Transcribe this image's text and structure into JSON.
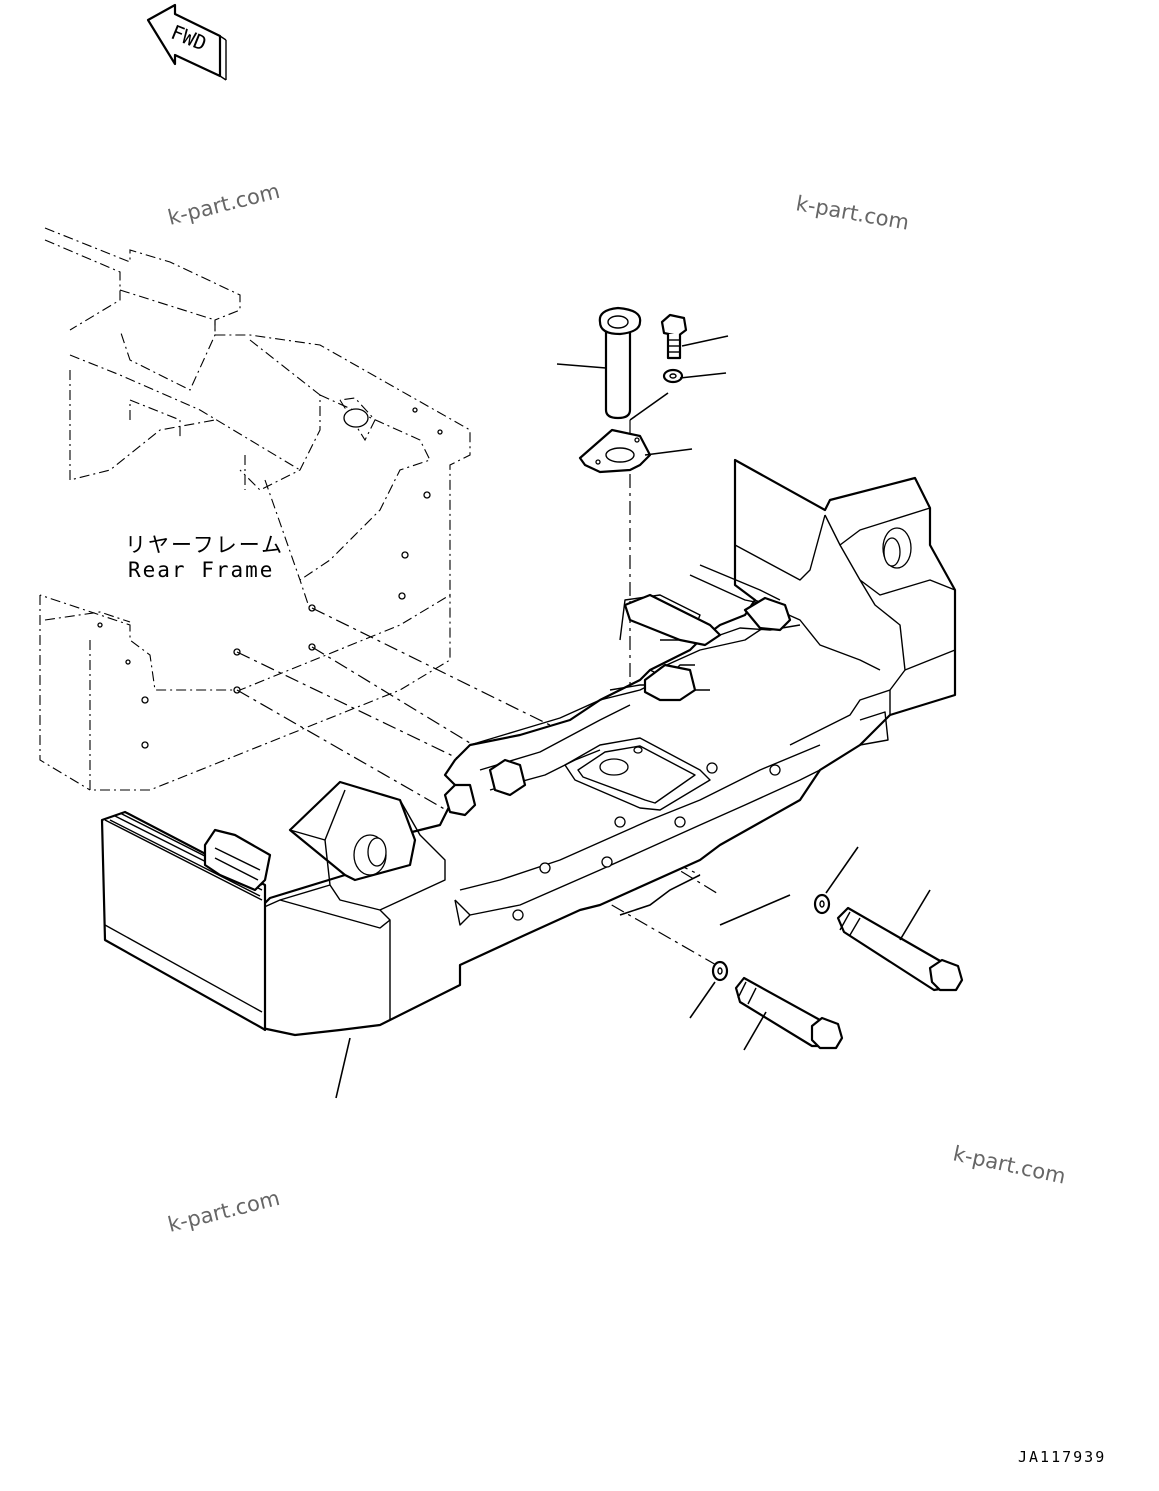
{
  "diagram": {
    "direction_marker": "FWD",
    "frame_label_jp": "リヤーフレーム",
    "frame_label_en": "Rear Frame",
    "drawing_code": "JA117939",
    "watermarks": [
      "k-part.com",
      "k-part.com",
      "k-part.com",
      "k-part.com"
    ]
  }
}
